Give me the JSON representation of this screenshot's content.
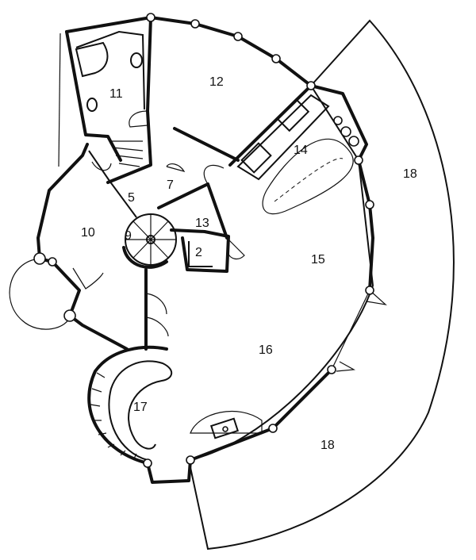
{
  "diagram": {
    "type": "floor-plan",
    "colors": {
      "line": "#111111",
      "background": "#ffffff"
    },
    "rooms": [
      {
        "id": "r2",
        "label": "2"
      },
      {
        "id": "r5",
        "label": "5"
      },
      {
        "id": "r7",
        "label": "7"
      },
      {
        "id": "r9",
        "label": "9"
      },
      {
        "id": "r10",
        "label": "10"
      },
      {
        "id": "r11",
        "label": "11"
      },
      {
        "id": "r12",
        "label": "12"
      },
      {
        "id": "r13",
        "label": "13"
      },
      {
        "id": "r14",
        "label": "14"
      },
      {
        "id": "r15",
        "label": "15"
      },
      {
        "id": "r16",
        "label": "16"
      },
      {
        "id": "r17",
        "label": "17"
      },
      {
        "id": "r18a",
        "label": "18"
      },
      {
        "id": "r18b",
        "label": "18"
      }
    ]
  }
}
